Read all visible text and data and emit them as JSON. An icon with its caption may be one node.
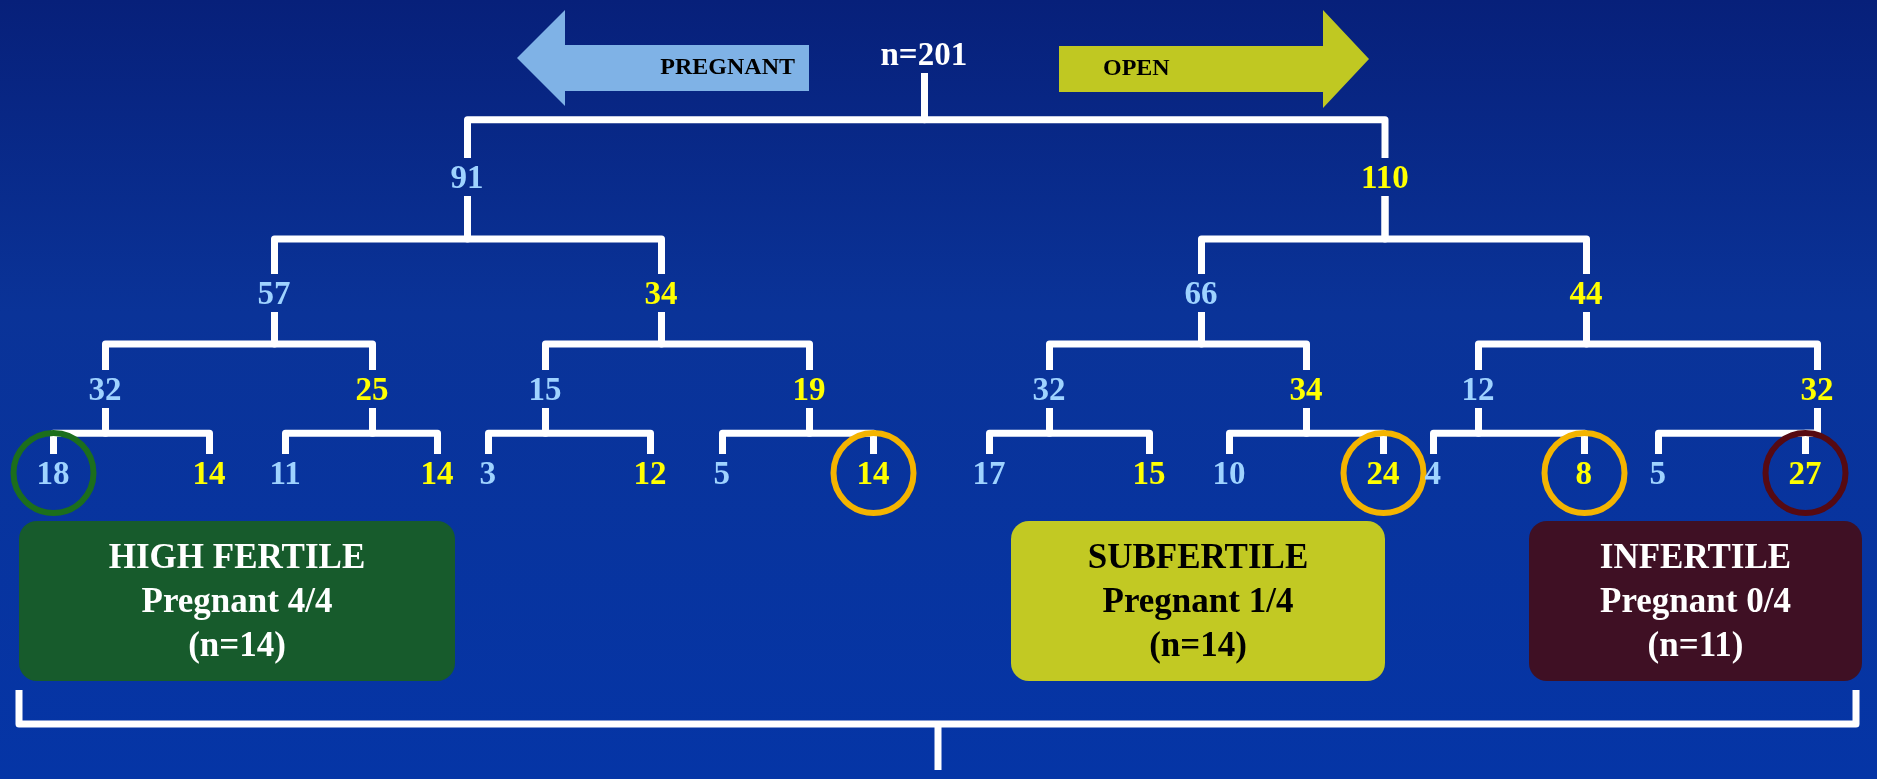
{
  "diagram": {
    "nodes": [
      {
        "text": [
          "PREGNANT"
        ]
      },
      {
        "text": [
          "n=201"
        ]
      },
      {
        "text": [
          "OPEN"
        ]
      },
      {
        "text": [
          "91"
        ]
      },
      {
        "text": [
          "110"
        ]
      },
      {
        "text": [
          "57"
        ]
      },
      {
        "text": [
          "34"
        ]
      },
      {
        "text": [
          "66"
        ]
      },
      {
        "text": [
          "44"
        ]
      },
      {
        "text": [
          "32"
        ]
      },
      {
        "text": [
          "25"
        ]
      },
      {
        "text": [
          "15"
        ]
      },
      {
        "text": [
          "19"
        ]
      },
      {
        "text": [
          "32"
        ]
      },
      {
        "text": [
          "34"
        ]
      },
      {
        "text": [
          "12"
        ]
      },
      {
        "text": [
          "32"
        ]
      },
      {
        "text": [
          "18"
        ]
      },
      {
        "text": [
          "14"
        ]
      },
      {
        "text": [
          "11"
        ]
      },
      {
        "text": [
          "14"
        ]
      },
      {
        "text": [
          "3"
        ]
      },
      {
        "text": [
          "12"
        ]
      },
      {
        "text": [
          "5"
        ]
      },
      {
        "text": [
          "14"
        ]
      },
      {
        "text": [
          "17"
        ]
      },
      {
        "text": [
          "15"
        ]
      },
      {
        "text": [
          "10"
        ]
      },
      {
        "text": [
          "24"
        ]
      },
      {
        "text": [
          "4"
        ]
      },
      {
        "text": [
          "8"
        ]
      },
      {
        "text": [
          "5"
        ]
      },
      {
        "text": [
          "27"
        ]
      },
      {
        "text": [
          "HIGH FERTILE",
          "Pregnant 4/4",
          "(n=14)"
        ]
      },
      {
        "text": [
          "SUBFERTILE",
          "Pregnant 1/4",
          "(n=14)"
        ]
      },
      {
        "text": [
          "INFERTILE",
          "Pregnant 0/4",
          "(n=11)"
        ]
      }
    ],
    "edges": [
      {
        "from": 1,
        "to": 3,
        "arrow": "none"
      },
      {
        "from": 1,
        "to": 4,
        "arrow": "none"
      },
      {
        "from": 3,
        "to": 5,
        "arrow": "none"
      },
      {
        "from": 3,
        "to": 6,
        "arrow": "none"
      },
      {
        "from": 4,
        "to": 7,
        "arrow": "none"
      },
      {
        "from": 4,
        "to": 8,
        "arrow": "none"
      },
      {
        "from": 5,
        "to": 9,
        "arrow": "none"
      },
      {
        "from": 5,
        "to": 10,
        "arrow": "none"
      },
      {
        "from": 6,
        "to": 11,
        "arrow": "none"
      },
      {
        "from": 6,
        "to": 12,
        "arrow": "none"
      },
      {
        "from": 7,
        "to": 13,
        "arrow": "none"
      },
      {
        "from": 7,
        "to": 14,
        "arrow": "none"
      },
      {
        "from": 8,
        "to": 15,
        "arrow": "none"
      },
      {
        "from": 8,
        "to": 16,
        "arrow": "none"
      },
      {
        "from": 9,
        "to": 17,
        "arrow": "none"
      },
      {
        "from": 9,
        "to": 18,
        "arrow": "none"
      },
      {
        "from": 10,
        "to": 19,
        "arrow": "none"
      },
      {
        "from": 10,
        "to": 20,
        "arrow": "none"
      },
      {
        "from": 11,
        "to": 21,
        "arrow": "none"
      },
      {
        "from": 11,
        "to": 22,
        "arrow": "none"
      },
      {
        "from": 12,
        "to": 23,
        "arrow": "none"
      },
      {
        "from": 12,
        "to": 24,
        "arrow": "none"
      },
      {
        "from": 13,
        "to": 25,
        "arrow": "none"
      },
      {
        "from": 13,
        "to": 26,
        "arrow": "none"
      },
      {
        "from": 14,
        "to": 27,
        "arrow": "none"
      },
      {
        "from": 14,
        "to": 28,
        "arrow": "none"
      },
      {
        "from": 15,
        "to": 29,
        "arrow": "none"
      },
      {
        "from": 15,
        "to": 30,
        "arrow": "none"
      },
      {
        "from": 16,
        "to": 31,
        "arrow": "none"
      },
      {
        "from": 16,
        "to": 32,
        "arrow": "none"
      }
    ]
  }
}
